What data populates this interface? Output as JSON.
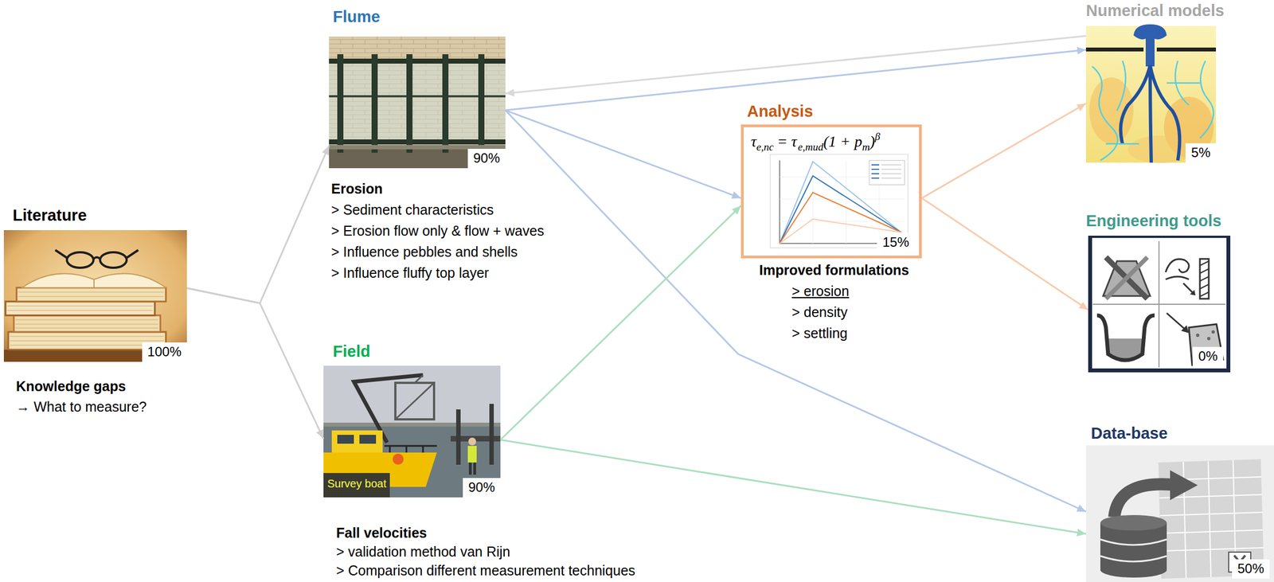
{
  "diagram": {
    "nodes": [
      {
        "text": [
          "Literature",
          "100%",
          "Knowledge gaps",
          "→ What to measure?"
        ]
      },
      {
        "text": [
          "Flume",
          "90%",
          "Erosion",
          "> Sediment characteristics",
          "> Erosion flow only & flow + waves",
          "> Influence pebbles and shells",
          "> Influence fluffy top layer"
        ]
      },
      {
        "text": [
          "Field",
          "90%",
          "Fall velocities",
          "> validation method van Rijn",
          "> Comparison different measurement techniques"
        ]
      },
      {
        "text": [
          "Analysis",
          "τ",
          "e,nc",
          "= τ",
          "e,mud",
          "(1 + p",
          "m",
          ")",
          "β",
          "15%",
          "Improved formulations",
          "> erosion",
          "> density",
          "> settling"
        ]
      },
      {
        "text": [
          "Numerical models",
          "5%"
        ]
      },
      {
        "text": [
          "Engineering tools",
          "0%"
        ]
      },
      {
        "text": [
          "Data-base",
          "50%"
        ]
      }
    ],
    "edges": [
      {
        "from": 0,
        "to": 1,
        "arrow": "to"
      },
      {
        "from": 0,
        "to": 2,
        "arrow": "to"
      },
      {
        "from": 4,
        "to": 1,
        "arrow": "to"
      },
      {
        "from": 1,
        "to": 4,
        "arrow": "to"
      },
      {
        "from": 1,
        "to": 3,
        "arrow": "to"
      },
      {
        "from": 1,
        "to": 6,
        "arrow": "to"
      },
      {
        "from": 2,
        "to": 3,
        "arrow": "to"
      },
      {
        "from": 2,
        "to": 6,
        "arrow": "to"
      },
      {
        "from": 3,
        "to": 4,
        "arrow": "to"
      },
      {
        "from": 3,
        "to": 5,
        "arrow": "to"
      }
    ],
    "labels": [
      "Survey boat"
    ]
  }
}
